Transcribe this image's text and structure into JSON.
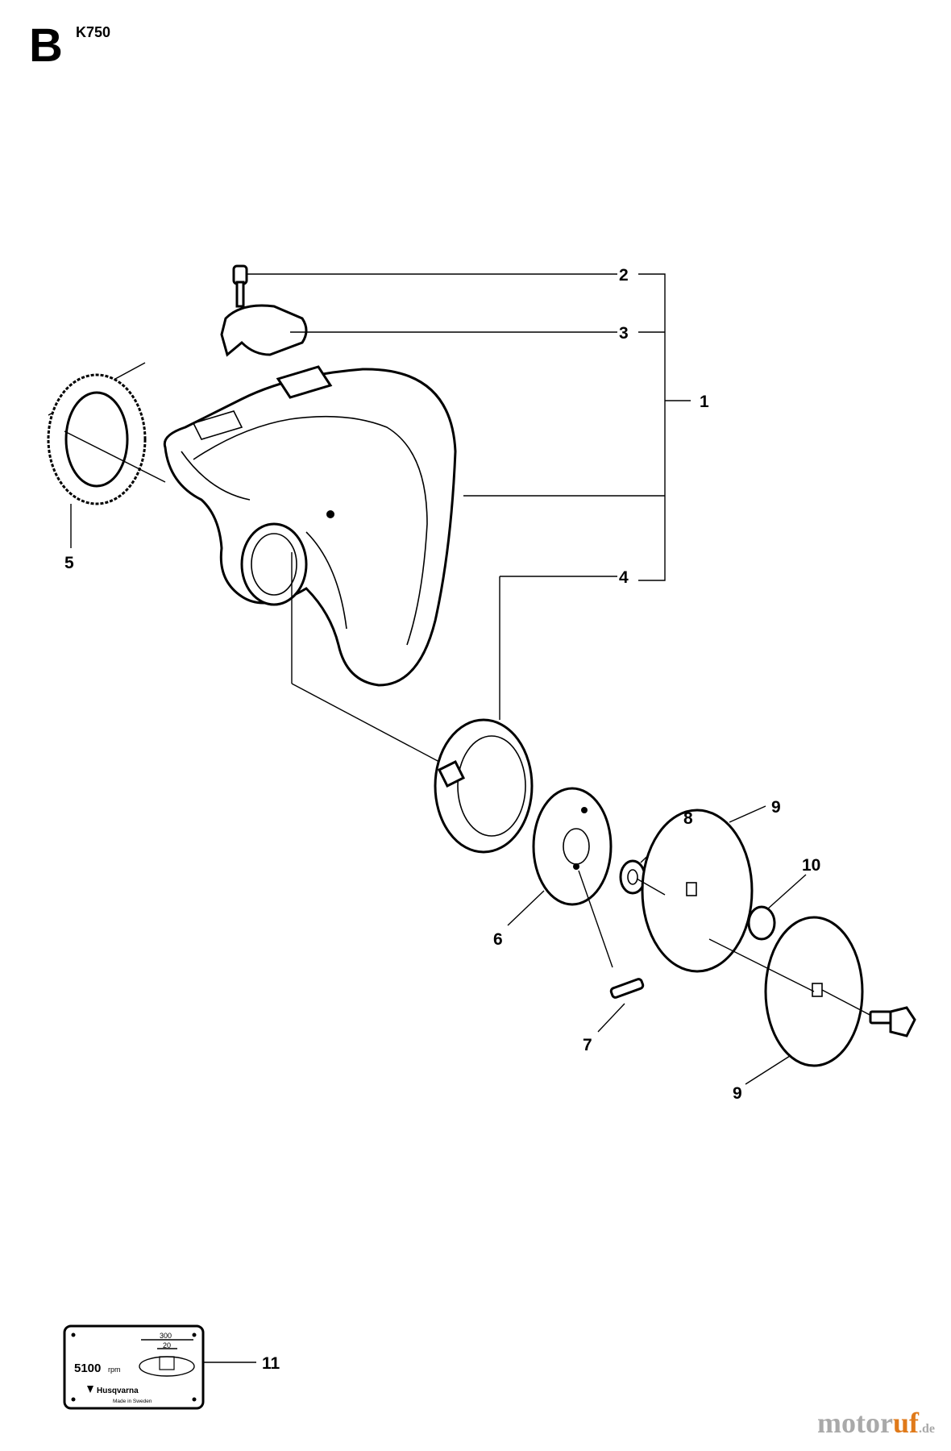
{
  "header": {
    "section_letter": "B",
    "model": "K750"
  },
  "callouts": {
    "c1": "1",
    "c2": "2",
    "c3": "3",
    "c4": "4",
    "c5": "5",
    "c6": "6",
    "c7": "7",
    "c8": "8",
    "c9a": "9",
    "c9b": "9",
    "c10": "10",
    "c11": "11"
  },
  "decal": {
    "rpm_value": "5100",
    "rpm_unit": "rpm",
    "dim_outer": "300",
    "dim_inner": "20",
    "brand": "Husqvarna",
    "origin": "Made in Sweden"
  },
  "watermark": {
    "main": "motor",
    "accent": "uf",
    "tld": ".de"
  }
}
